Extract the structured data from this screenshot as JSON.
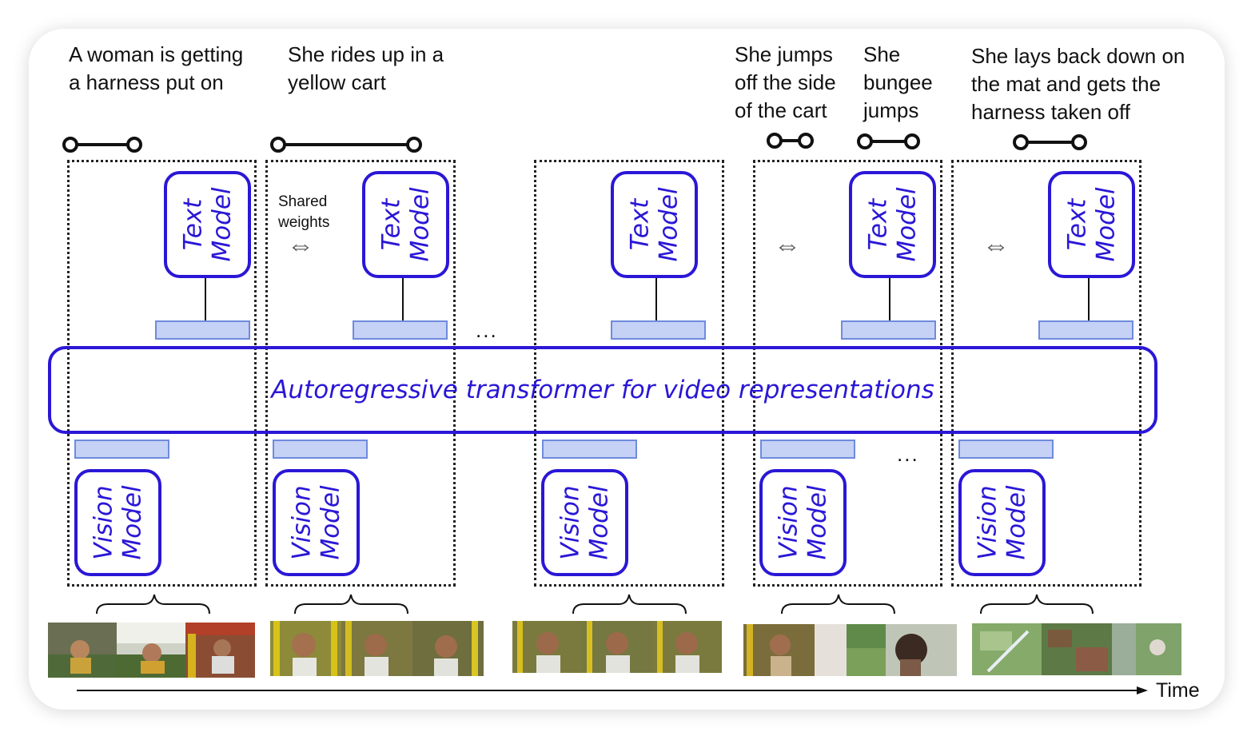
{
  "captions": [
    "A woman is getting\na harness put on",
    "She rides up in a\nyellow cart",
    "She jumps\noff the side\nof the cart",
    "She\nbungee\njumps",
    "She lays back down on\nthe mat and gets the\nharness taken off"
  ],
  "text_model_label": "Text\nModel",
  "vision_model_label": "Vision\nModel",
  "transformer_label": "Autoregressive transformer for video representations",
  "shared_weights_label": "Shared\nweights",
  "ellipsis": "...",
  "time_label": "Time",
  "icons": {
    "shared_weights": "double-arrow-icon",
    "segment_span": "span-marker-icon",
    "time_axis": "arrow-right-icon"
  },
  "colors": {
    "model_border": "#2a17d6",
    "embedding_fill": "#c5d1f5",
    "embedding_border": "#6f8bdd"
  }
}
